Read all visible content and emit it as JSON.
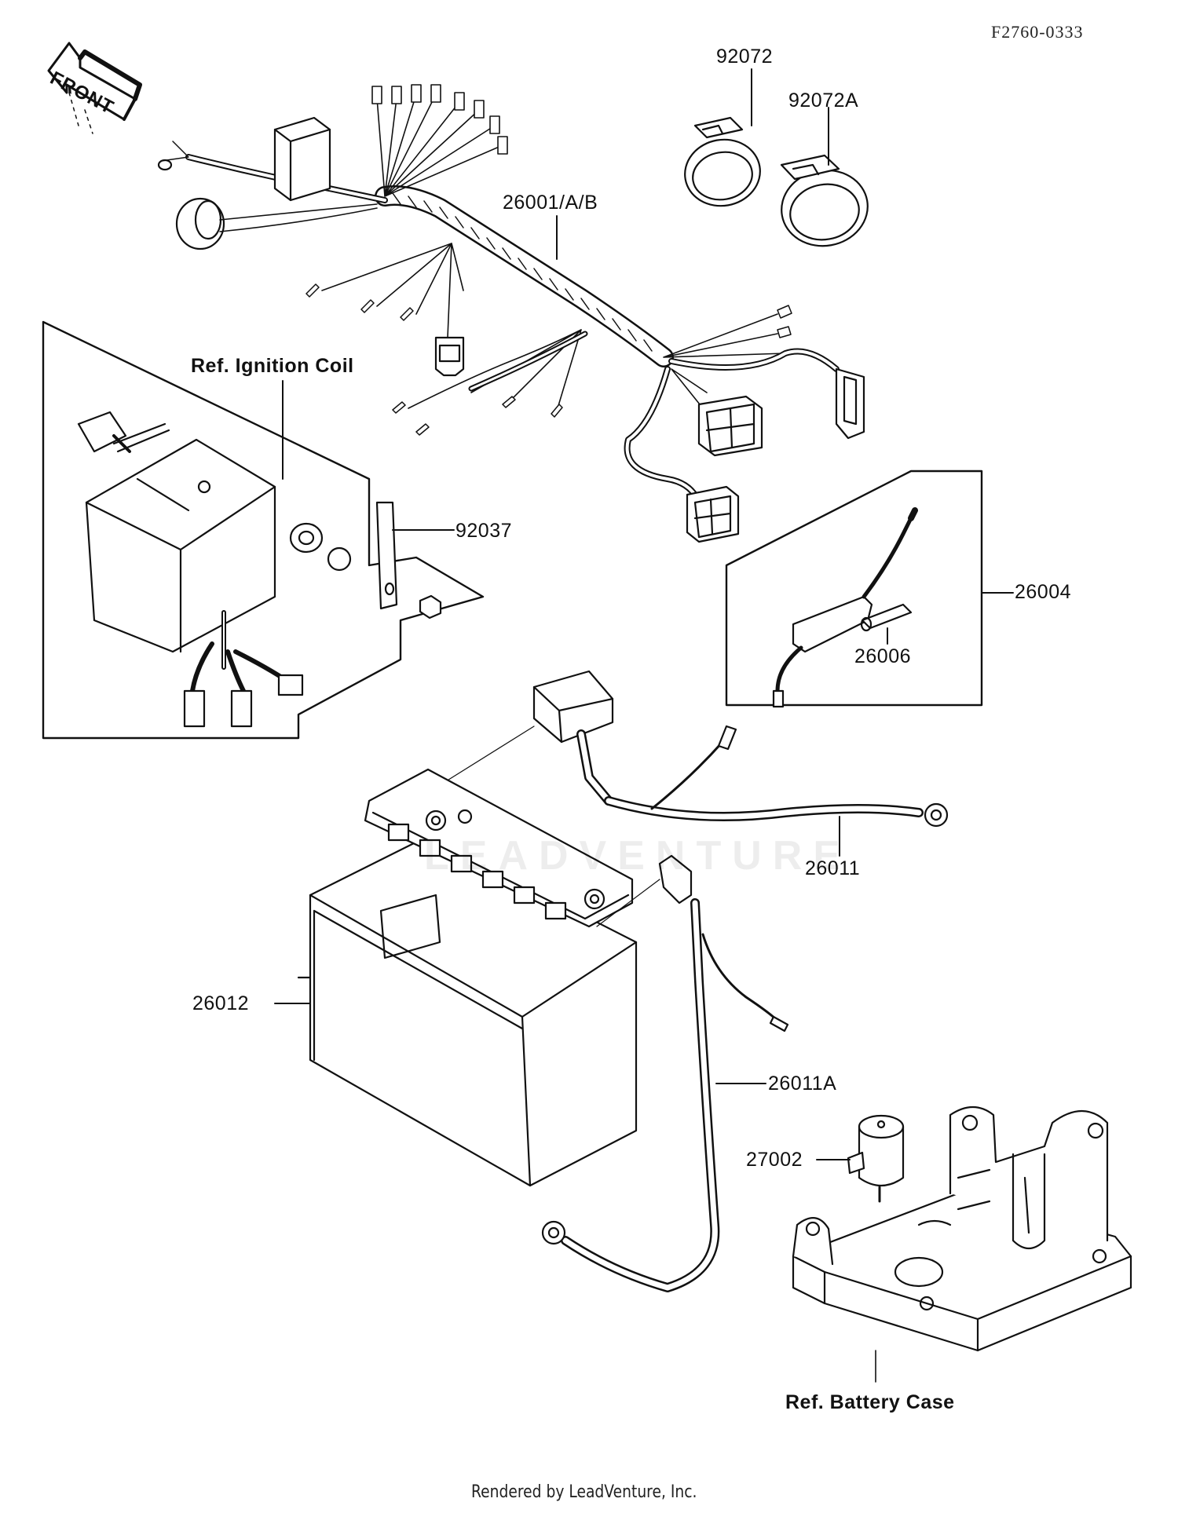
{
  "diagram": {
    "reference_code": "F2760-0333",
    "front_indicator": "FRONT",
    "watermark": "LEADVENTURE",
    "footer": "Rendered by LeadVenture, Inc.",
    "callouts": [
      {
        "id": "92072",
        "label": "92072",
        "part": "wire-clamp"
      },
      {
        "id": "92072A",
        "label": "92072A",
        "part": "wire-clamp-a"
      },
      {
        "id": "26001",
        "label": "26001/A/B",
        "part": "main-wiring-harness"
      },
      {
        "id": "ref-ignition-coil",
        "label": "Ref. Ignition Coil",
        "part": "ignition-coil-group"
      },
      {
        "id": "92037",
        "label": "92037",
        "part": "bracket-clamp"
      },
      {
        "id": "26004",
        "label": "26004",
        "part": "fuse-holder-assembly"
      },
      {
        "id": "26006",
        "label": "26006",
        "part": "fuse"
      },
      {
        "id": "26011",
        "label": "26011",
        "part": "positive-battery-cable"
      },
      {
        "id": "26012",
        "label": "26012",
        "part": "battery"
      },
      {
        "id": "26011A",
        "label": "26011A",
        "part": "negative-battery-cable"
      },
      {
        "id": "27002",
        "label": "27002",
        "part": "relay"
      },
      {
        "id": "ref-battery-case",
        "label": "Ref. Battery Case",
        "part": "battery-case"
      }
    ]
  }
}
